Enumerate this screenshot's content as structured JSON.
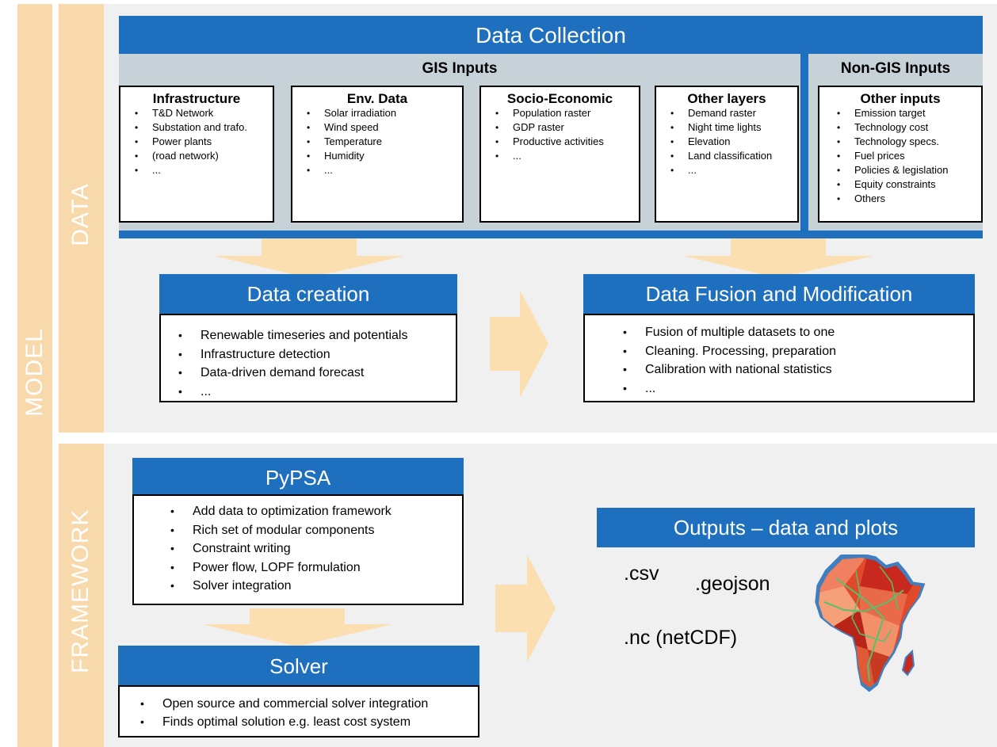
{
  "bands": {
    "model": "MODEL",
    "data": "DATA",
    "framework": "FRAMEWORK"
  },
  "collection": {
    "title": "Data Collection",
    "gis_title": "GIS Inputs",
    "nongis_title": "Non-GIS Inputs",
    "cards": [
      {
        "title": "Infrastructure",
        "items": [
          "T&D Network",
          "Substation and trafo.",
          "Power plants",
          "(road network)",
          "..."
        ]
      },
      {
        "title": "Env. Data",
        "items": [
          "Solar irradiation",
          "Wind speed",
          "Temperature",
          "Humidity",
          "..."
        ]
      },
      {
        "title": "Socio-Economic",
        "items": [
          "Population raster",
          "GDP raster",
          "Productive activities",
          "..."
        ]
      },
      {
        "title": "Other layers",
        "items": [
          "Demand raster",
          "Night time lights",
          "Elevation",
          "Land classification",
          "..."
        ]
      },
      {
        "title": "Other inputs",
        "items": [
          "Emission target",
          "Technology cost",
          "Technology specs.",
          "Fuel prices",
          "Policies & legislation",
          "Equity constraints",
          "Others"
        ]
      }
    ]
  },
  "creation": {
    "title": "Data creation",
    "items": [
      "Renewable timeseries and potentials",
      "Infrastructure detection",
      "Data-driven demand forecast",
      "..."
    ]
  },
  "fusion": {
    "title": "Data Fusion and Modification",
    "items": [
      "Fusion of multiple datasets to one",
      "Cleaning. Processing, preparation",
      "Calibration with national statistics",
      "..."
    ]
  },
  "pypsa": {
    "title": "PyPSA",
    "items": [
      "Add data to optimization framework",
      "Rich set of modular components",
      "Constraint writing",
      "Power flow, LOPF formulation",
      "Solver integration"
    ]
  },
  "solver": {
    "title": "Solver",
    "items": [
      "Open source and commercial solver integration",
      "Finds optimal solution e.g. least cost system"
    ]
  },
  "outputs": {
    "title": "Outputs – data and plots",
    "csv": ".csv",
    "geojson": ".geojson",
    "nc": ".nc (netCDF)"
  },
  "colors": {
    "blue": "#1e6fbd",
    "peach": "#fbdfb0",
    "band": "#f8d9ac",
    "panel": "#f0f0f0",
    "subhead": "#c7d2d8"
  },
  "icons": {
    "map": "africa-map-icon"
  }
}
